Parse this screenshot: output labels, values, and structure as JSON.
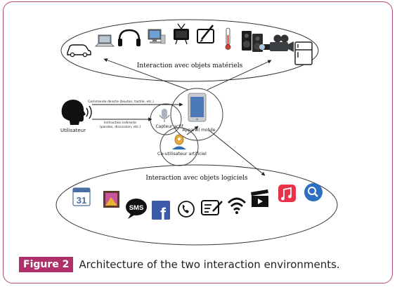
{
  "diagram": {
    "physical_group_label": "Interaction avec objets matériels",
    "software_group_label": "Interaction avec objets logiciels",
    "user_label": "Utilisateur",
    "direct_command_label": "Commande directe (bouton, tactile, etc.)",
    "indirect_instruction_line1": "Instruction indirecte",
    "indirect_instruction_line2": "(paroles, discussion, etc.)",
    "sensor_label": "Capteur actif",
    "mobile_label": "Appareil mobile",
    "coop_label": "Co-utilisateur artificiel",
    "calendar_day": "31",
    "sms_text": "SMS",
    "facebook_glyph": "f"
  },
  "physical_icons": [
    "car-icon",
    "laptop-icon",
    "headphones-icon",
    "desktop-computer-icon",
    "television-icon",
    "drawing-tablet-icon",
    "thermometer-icon",
    "speakers-icon",
    "video-camera-icon",
    "refrigerator-icon"
  ],
  "software_icons": [
    "calendar-icon",
    "photo-gallery-icon",
    "sms-icon",
    "facebook-icon",
    "phone-icon",
    "notes-icon",
    "wifi-icon",
    "video-clapper-icon",
    "music-icon",
    "search-icon"
  ],
  "caption": {
    "label": "Figure 2",
    "text": "Architecture of the two interaction environments."
  },
  "colors": {
    "accent": "#b0306b",
    "border": "#b5487f"
  }
}
